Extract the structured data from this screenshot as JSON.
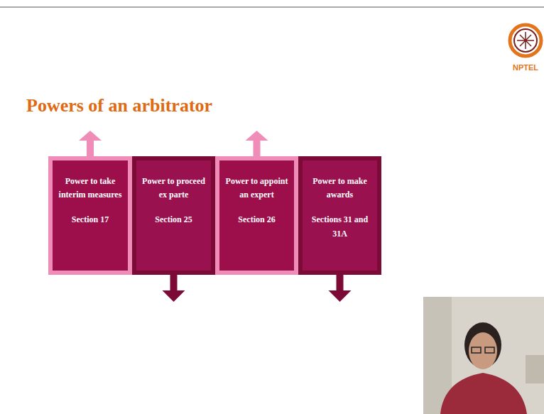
{
  "diagram": {
    "title": "Powers of an arbitrator",
    "nodes": [
      {
        "text": [
          "Power to take interim measures",
          "Section 17"
        ]
      },
      {
        "text": [
          "Power to proceed ex parte",
          "Section 25"
        ]
      },
      {
        "text": [
          "Power to appoint an expert",
          "Section 26"
        ]
      },
      {
        "text": [
          "Power to make awards",
          "Sections 31 and 31A"
        ]
      }
    ],
    "labels": [
      "NPTEL"
    ]
  }
}
